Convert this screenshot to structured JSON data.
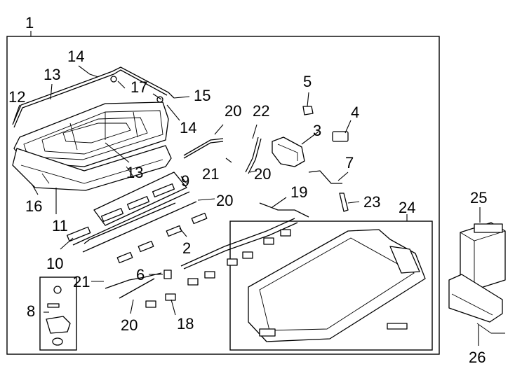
{
  "callouts": {
    "c1": "1",
    "c2": "2",
    "c3": "3",
    "c4": "4",
    "c5": "5",
    "c6": "6",
    "c7": "7",
    "c8": "8",
    "c9": "9",
    "c10": "10",
    "c11": "11",
    "c12": "12",
    "c13a": "13",
    "c13b": "13",
    "c14a": "14",
    "c14b": "14",
    "c15": "15",
    "c16": "16",
    "c17": "17",
    "c18": "18",
    "c19": "19",
    "c20a": "20",
    "c20b": "20",
    "c20c": "20",
    "c20d": "20",
    "c21a": "21",
    "c21b": "21",
    "c22": "22",
    "c23": "23",
    "c24": "24",
    "c25": "25",
    "c26": "26"
  }
}
